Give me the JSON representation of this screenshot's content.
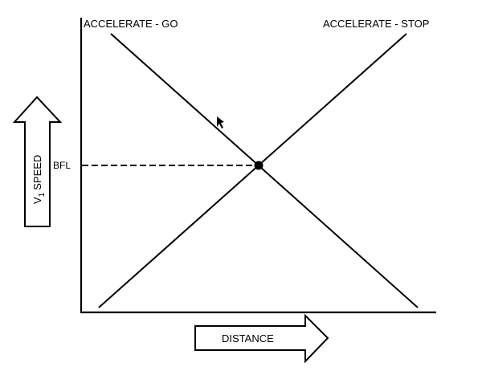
{
  "diagram": {
    "lines": {
      "accelerate_go": "ACCELERATE - GO",
      "accelerate_stop": "ACCELERATE - STOP"
    },
    "intersection_label": "BFL",
    "x_axis_label": "DISTANCE",
    "y_axis_label": {
      "prefix": "V",
      "subscript": "1",
      "word": "SPEED"
    }
  },
  "colors": {
    "ink": "#000000",
    "background": "#ffffff"
  }
}
